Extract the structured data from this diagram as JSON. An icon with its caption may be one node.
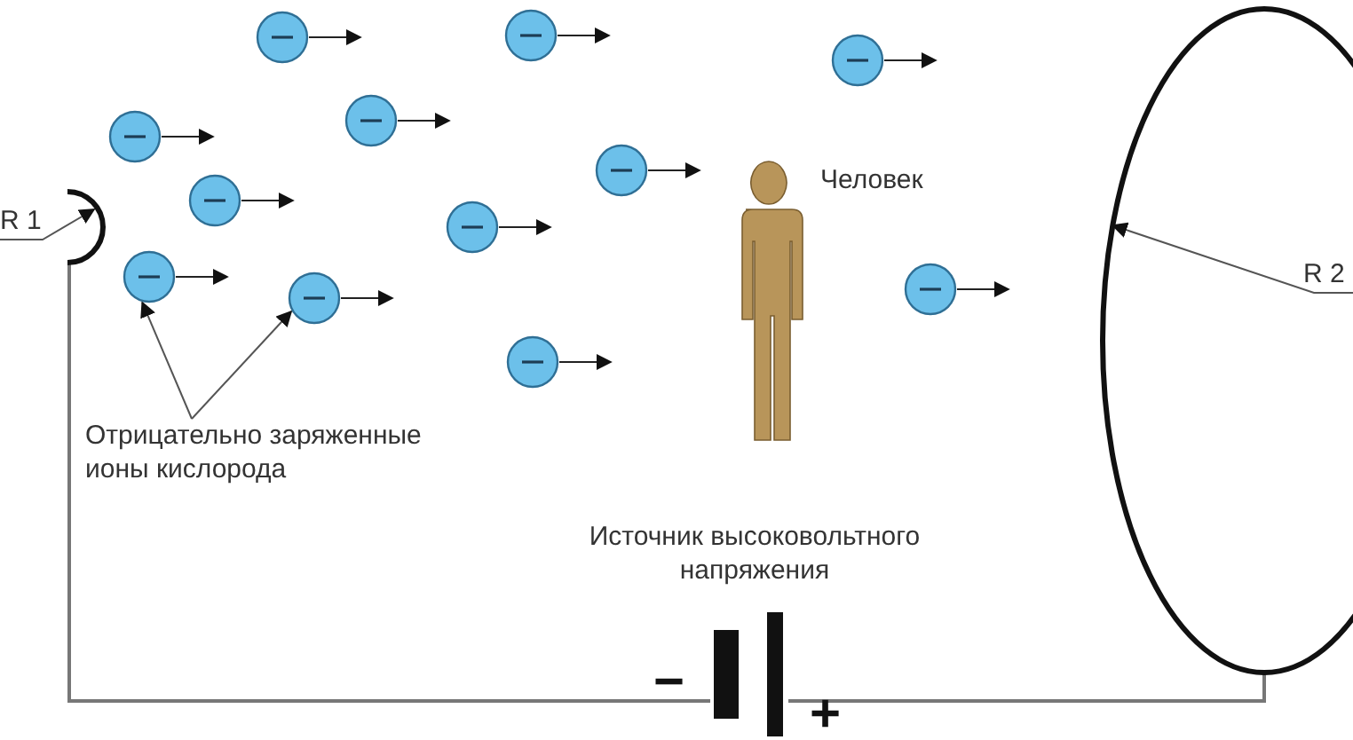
{
  "diagram": {
    "nodes": [
      {
        "text": [
          "R 1"
        ]
      },
      {
        "text": [],
        "shape": "arc"
      },
      {
        "text": [],
        "shape": "circle"
      },
      {
        "text": [],
        "shape": "circle"
      },
      {
        "text": [],
        "shape": "circle"
      },
      {
        "text": [],
        "shape": "circle"
      },
      {
        "text": [],
        "shape": "circle"
      },
      {
        "text": [],
        "shape": "circle"
      },
      {
        "text": [],
        "shape": "circle"
      },
      {
        "text": [],
        "shape": "circle"
      },
      {
        "text": [],
        "shape": "circle"
      },
      {
        "text": [],
        "shape": "circle"
      },
      {
        "text": [],
        "shape": "circle"
      },
      {
        "text": [],
        "shape": "circle"
      },
      {
        "text": [
          "Отрицательно заряженные ионы кислорода"
        ]
      },
      {
        "text": [],
        "shape": "person",
        "beside": [
          "Человек"
        ]
      },
      {
        "text": [],
        "shape": "battery",
        "beside": [
          "Источник высоковольтного напряжения"
        ]
      },
      {
        "text": [
          "R 2"
        ],
        "in": 18
      },
      {
        "text": [],
        "shape": "ellipse"
      }
    ],
    "edges": [
      {
        "from": 0,
        "to": 1,
        "arrow": "to"
      },
      {
        "from": 1,
        "to": 16,
        "arrow": "none"
      },
      {
        "from": 16,
        "to": 18,
        "arrow": "none"
      },
      {
        "from": 17,
        "to": 18,
        "arrow": "to"
      },
      {
        "from": 14,
        "to": 3,
        "arrow": "to"
      },
      {
        "from": 14,
        "to": 6,
        "arrow": "to"
      }
    ],
    "labels": [
      "−",
      "+"
    ]
  }
}
